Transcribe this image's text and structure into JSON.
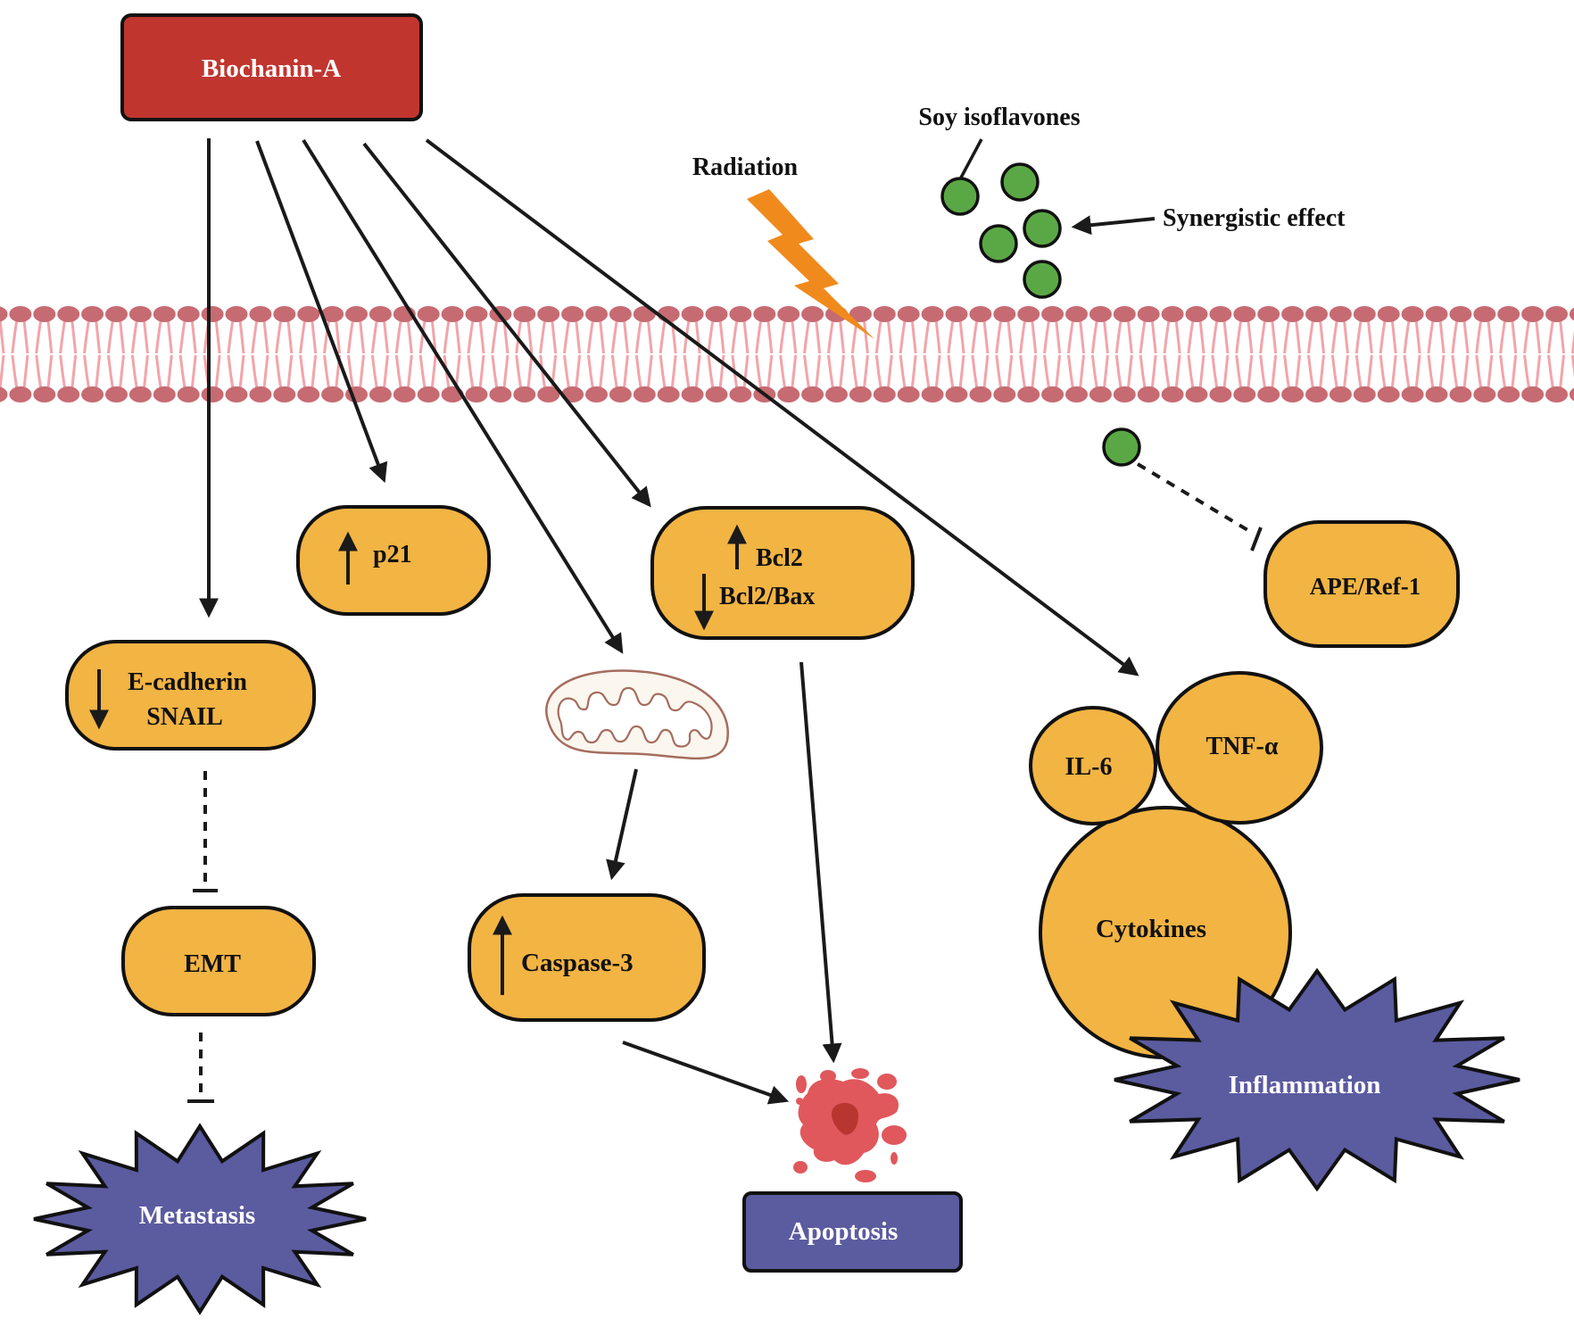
{
  "source_node": {
    "label": "Biochanin-A"
  },
  "external_factors": {
    "radiation": {
      "label": "Radiation"
    },
    "soy_isoflavones": {
      "label": "Soy isoflavones",
      "molecule_count": 5
    },
    "synergy": {
      "label": "Synergistic effect"
    }
  },
  "nodes": {
    "p21": {
      "label": "p21",
      "regulation": "up"
    },
    "ecadherin": {
      "line1": "E-cadherin",
      "line2": "SNAIL",
      "regulation": "down"
    },
    "emt": {
      "label": "EMT"
    },
    "bcl2": {
      "line1": "Bcl2",
      "line1_regulation": "up",
      "line2": "Bcl2/Bax",
      "line2_regulation": "down"
    },
    "caspase3": {
      "label": "Caspase-3",
      "regulation": "up"
    },
    "ape_ref1": {
      "label": "APE/Ref-1"
    },
    "il6": {
      "label": "IL-6"
    },
    "tnf": {
      "label": "TNF-α"
    },
    "cytokines": {
      "label": "Cytokines"
    }
  },
  "outcomes": {
    "metastasis": {
      "label": "Metastasis"
    },
    "apoptosis": {
      "label": "Apoptosis"
    },
    "inflammation": {
      "label": "Inflammation"
    }
  },
  "edges": [
    {
      "from": "Biochanin-A",
      "to": "E-cadherin/SNAIL",
      "type": "activation"
    },
    {
      "from": "Biochanin-A",
      "to": "p21",
      "type": "activation"
    },
    {
      "from": "Biochanin-A",
      "to": "mitochondrion",
      "type": "activation"
    },
    {
      "from": "Biochanin-A",
      "to": "Bcl2",
      "type": "activation"
    },
    {
      "from": "Biochanin-A",
      "to": "TNF-α/IL-6",
      "type": "activation"
    },
    {
      "from": "E-cadherin/SNAIL",
      "to": "EMT",
      "type": "inhibition-dashed"
    },
    {
      "from": "EMT",
      "to": "Metastasis",
      "type": "inhibition-dashed"
    },
    {
      "from": "mitochondrion",
      "to": "Caspase-3",
      "type": "activation"
    },
    {
      "from": "Caspase-3",
      "to": "Apoptosis",
      "type": "activation"
    },
    {
      "from": "Bcl2",
      "to": "Apoptosis",
      "type": "activation"
    },
    {
      "from": "Soy isoflavones",
      "to": "APE/Ref-1",
      "type": "inhibition-dashed"
    },
    {
      "from": "Synergistic effect",
      "to": "Soy isoflavones",
      "type": "pointer"
    }
  ],
  "colors": {
    "source": "#c0362f",
    "node": "#f2b443",
    "outcome": "#5b5ba0",
    "molecule": "#5aa845",
    "radiation": "#f08a1c",
    "membrane_head": "#c66b72",
    "membrane_tail": "#f2a4a9",
    "apoptotic_cell": "#e0585c"
  }
}
